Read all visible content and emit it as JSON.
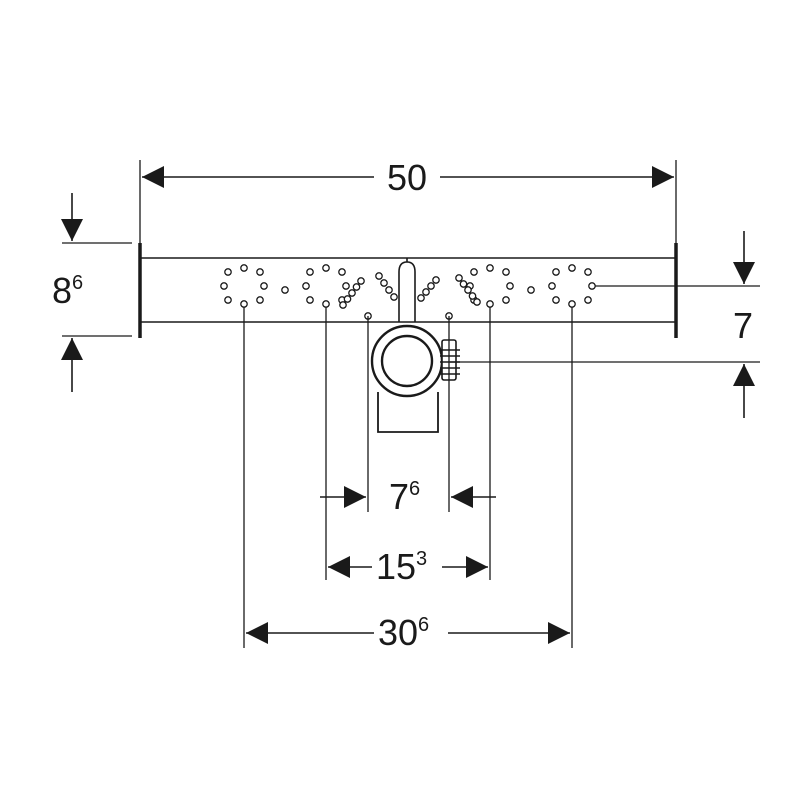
{
  "dimensions": {
    "overall_width": {
      "value": "50"
    },
    "frame_height": {
      "value": "8",
      "superscript": "6"
    },
    "pipe_offset": {
      "value": "7"
    },
    "inner_spacing": {
      "value": "7",
      "superscript": "6"
    },
    "middle_spacing": {
      "value": "15",
      "superscript": "3"
    },
    "outer_spacing": {
      "value": "30",
      "superscript": "6"
    }
  },
  "colors": {
    "stroke": "#1a1a1a",
    "background": "#ffffff"
  }
}
